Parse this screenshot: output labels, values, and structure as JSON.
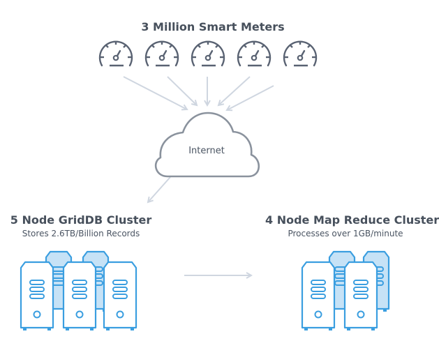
{
  "meters": {
    "title": "3 Million Smart Meters",
    "count": 5,
    "icon": "speedometer-icon"
  },
  "internet": {
    "label": "Internet",
    "icon": "cloud-icon"
  },
  "griddb": {
    "title": "5 Node GridDB Cluster",
    "subtitle": "Stores 2.6TB/Billion Records",
    "nodes": 5,
    "icon": "server-icon"
  },
  "mapreduce": {
    "title": "4 Node Map Reduce Cluster",
    "subtitle": "Processes over 1GB/minute",
    "nodes": 4,
    "icon": "server-icon"
  },
  "colors": {
    "icon_gray": "#596272",
    "arrow": "#cfd6e0",
    "server_stroke": "#3a9ee0",
    "server_back_fill": "#c6e2f6",
    "cloud_stroke": "#8a929d"
  }
}
